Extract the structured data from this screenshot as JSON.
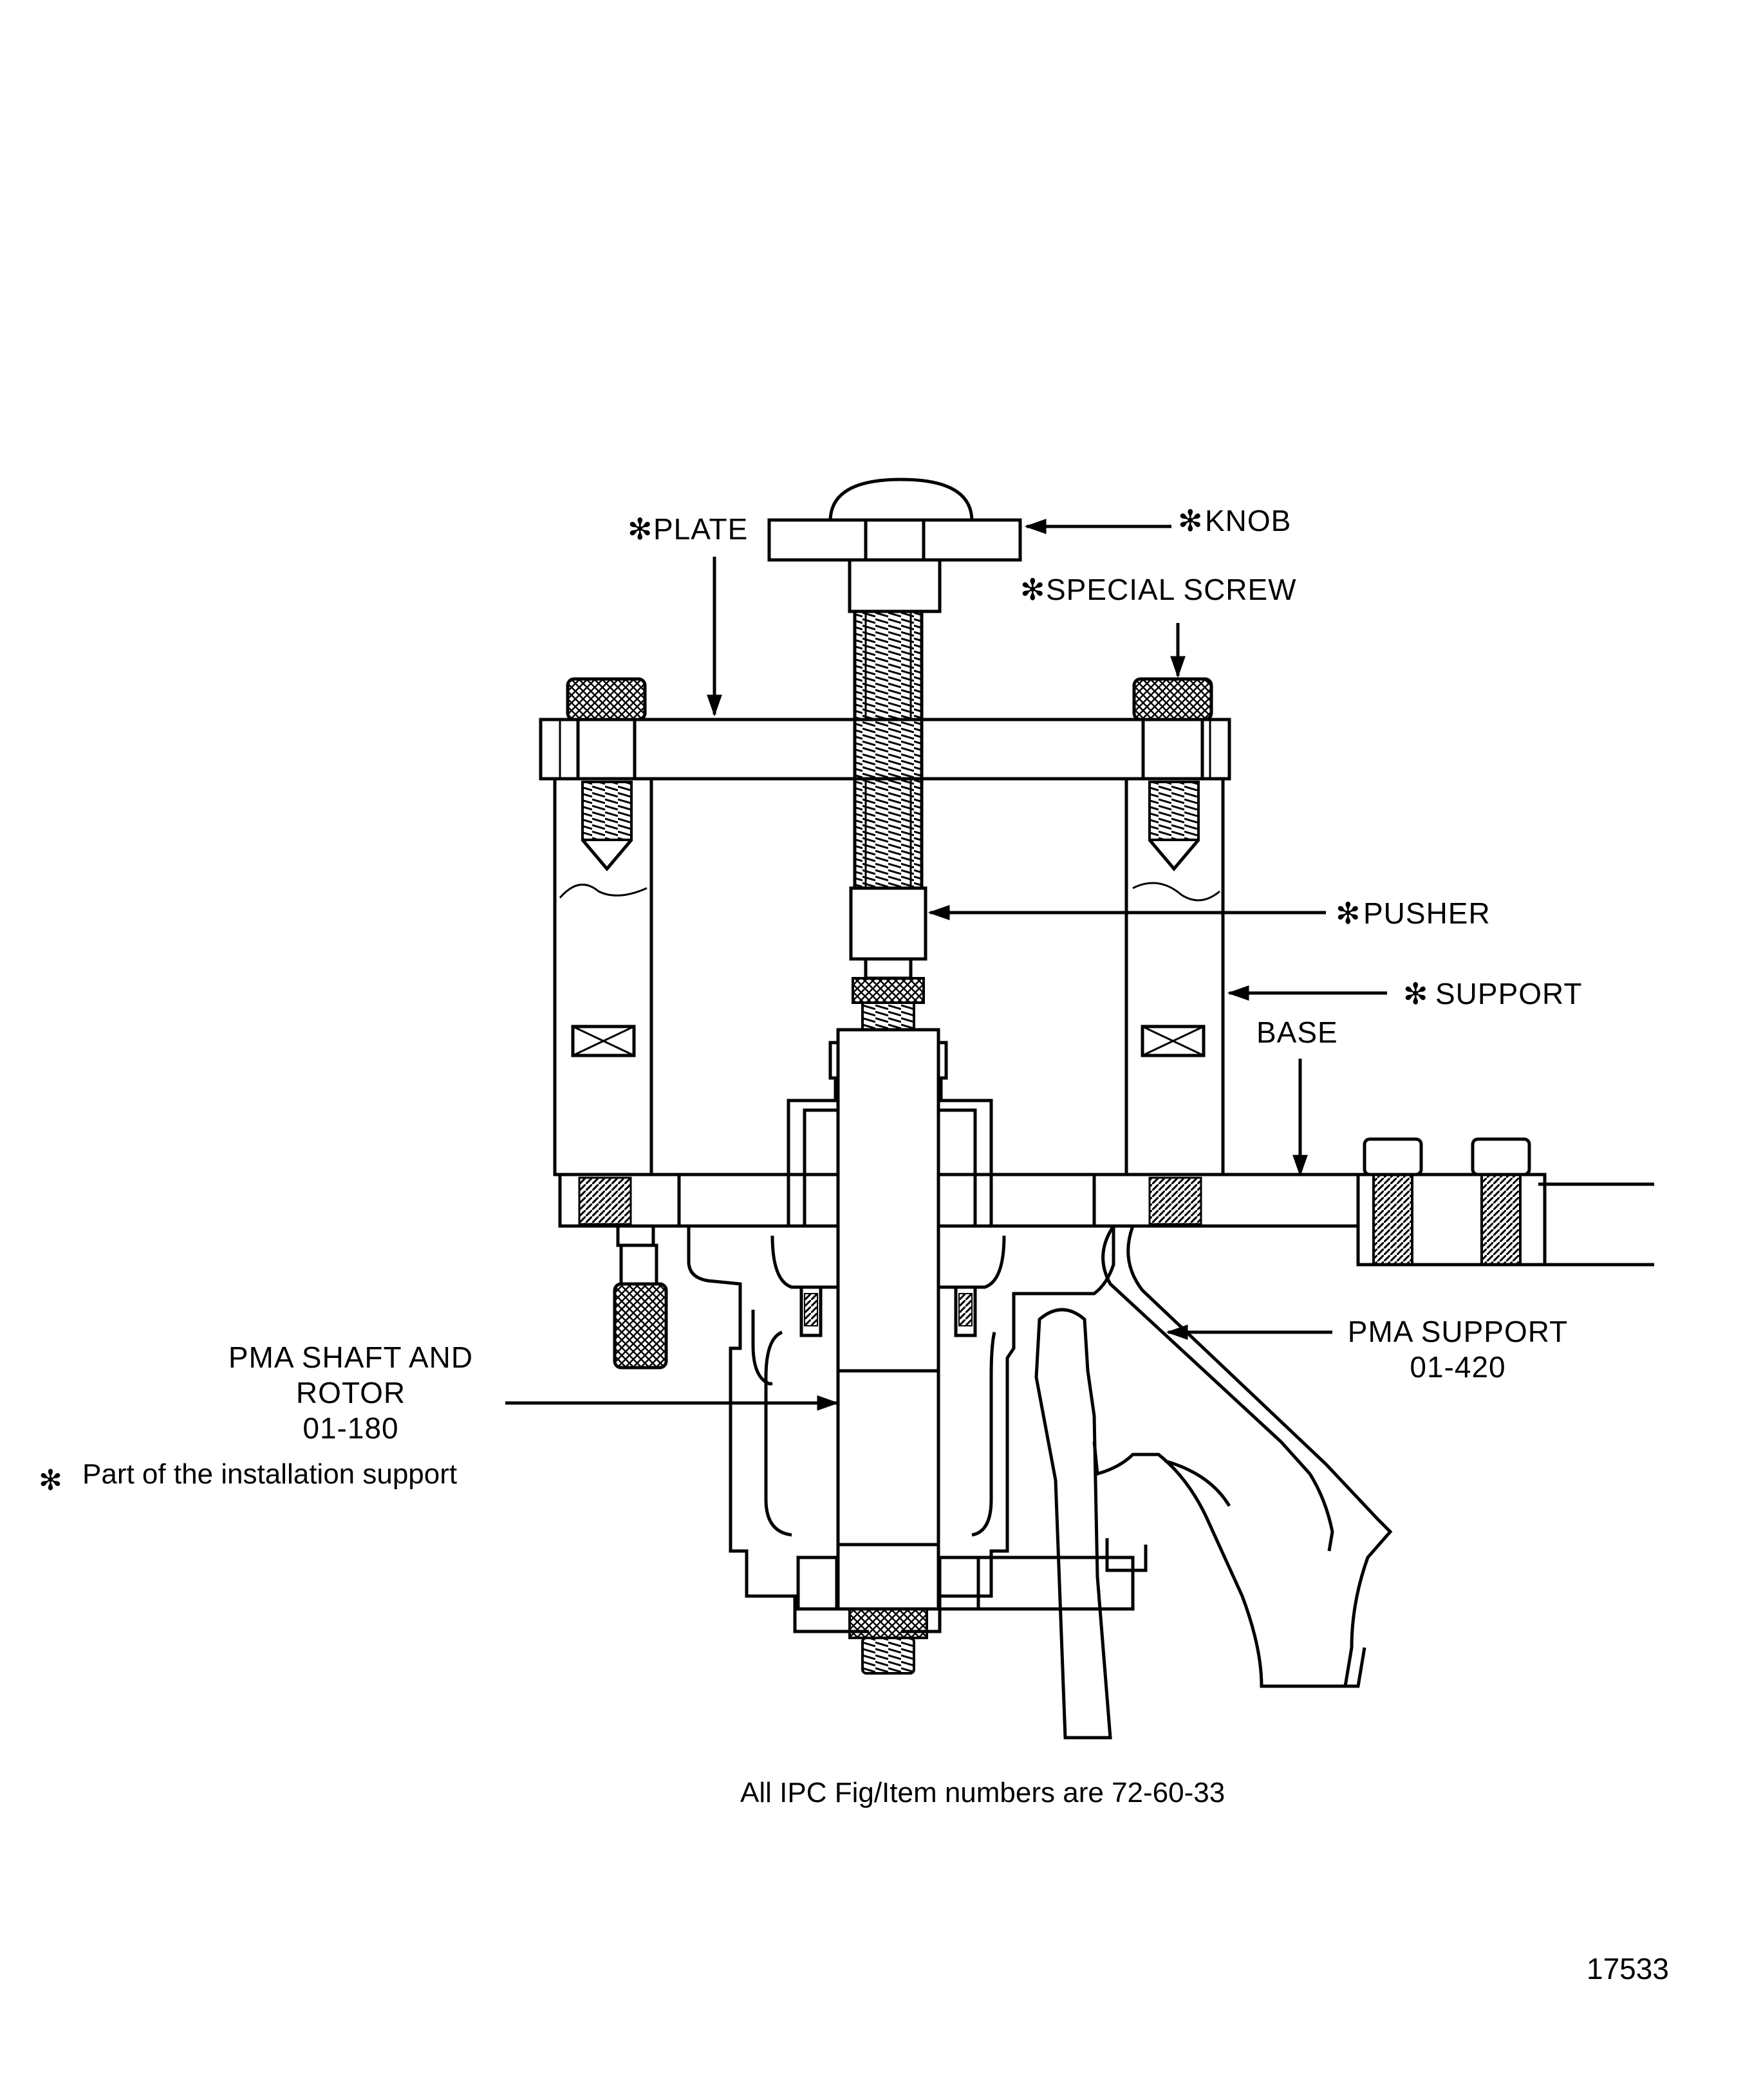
{
  "labels": {
    "plate": "PLATE",
    "knob": "KNOB",
    "special_screw": "SPECIAL SCREW",
    "pusher": "PUSHER",
    "support": "SUPPORT",
    "base": "BASE",
    "pma_support_line1": "PMA SUPPORT",
    "pma_support_line2": "01-420",
    "pma_shaft_line1": "PMA SHAFT AND",
    "pma_shaft_line2": "ROTOR",
    "pma_shaft_line3": "01-180"
  },
  "marker": "✻",
  "legend": "Part of the installation support",
  "caption": "All IPC Fig/Item numbers are 72-60-33",
  "figure_number": "17533"
}
